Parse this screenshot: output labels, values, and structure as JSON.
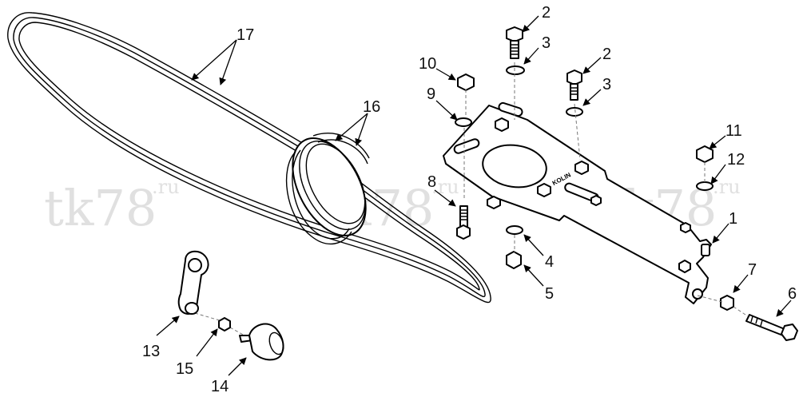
{
  "watermark": {
    "main": "tk78",
    "suffix": ".ru"
  },
  "callouts": {
    "c1": "1",
    "c2a": "2",
    "c2b": "2",
    "c3a": "3",
    "c3b": "3",
    "c4": "4",
    "c5": "5",
    "c6": "6",
    "c7": "7",
    "c8": "8",
    "c9": "9",
    "c10": "10",
    "c11": "11",
    "c12": "12",
    "c13": "13",
    "c14": "14",
    "c15": "15",
    "c16": "16",
    "c17": "17"
  },
  "bracket_logo": "KOLIN"
}
